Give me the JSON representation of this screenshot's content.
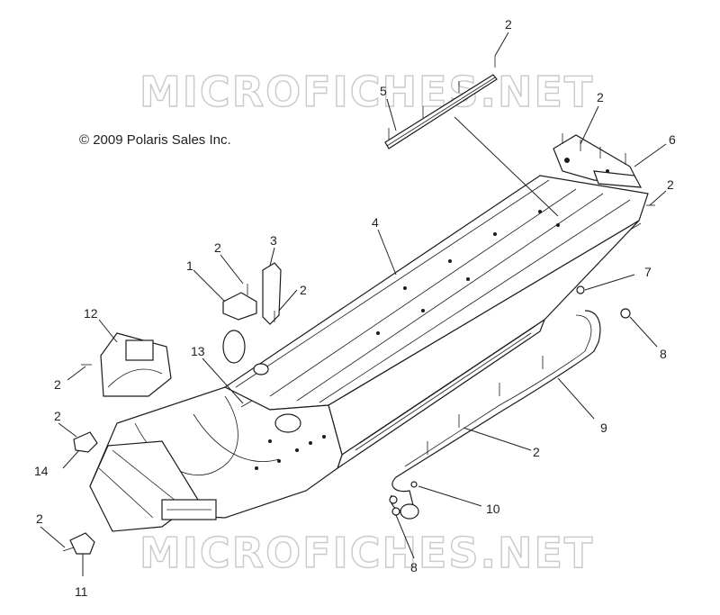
{
  "copyright": "© 2009 Polaris Sales Inc.",
  "watermark": "MICROFICHES.NET",
  "callouts": [
    {
      "label": "1"
    },
    {
      "label": "2"
    },
    {
      "label": "3"
    },
    {
      "label": "4"
    },
    {
      "label": "5"
    },
    {
      "label": "6"
    },
    {
      "label": "7"
    },
    {
      "label": "8"
    },
    {
      "label": "9"
    },
    {
      "label": "10"
    },
    {
      "label": "11"
    },
    {
      "label": "12"
    },
    {
      "label": "13"
    },
    {
      "label": "14"
    }
  ],
  "callouts_repeat": [
    "2",
    "2",
    "2",
    "2",
    "2",
    "2",
    "2",
    "2",
    "8"
  ]
}
